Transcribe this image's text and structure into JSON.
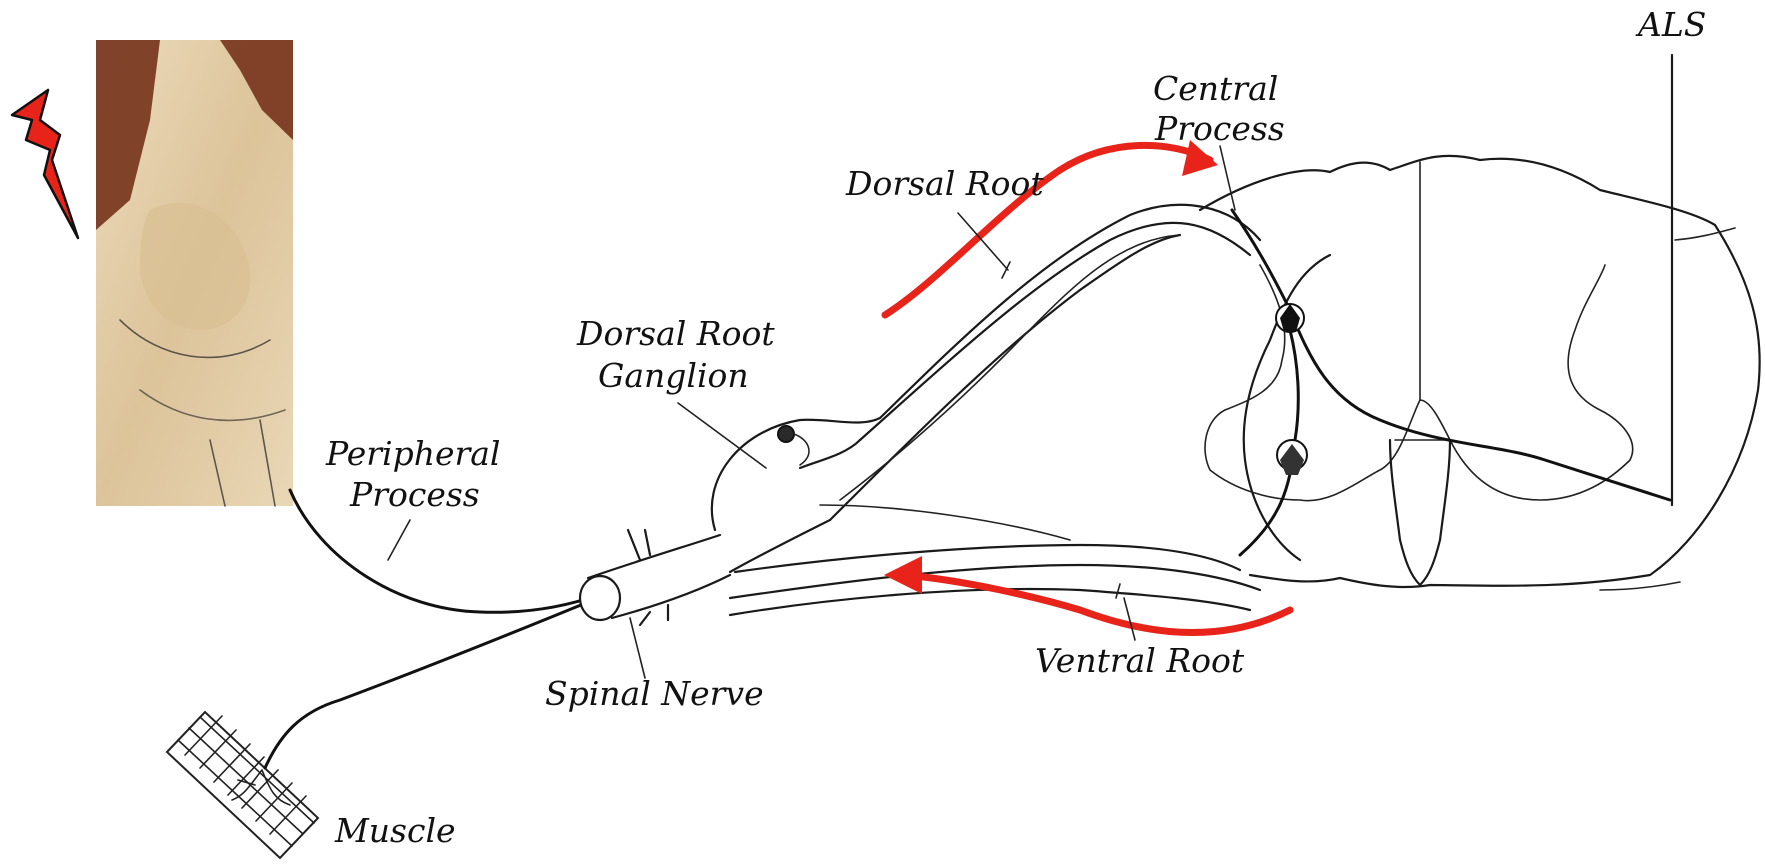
{
  "labels": {
    "als": "ALS",
    "central_process_1": "Central",
    "central_process_2": "Process",
    "dorsal_root": "Dorsal Root",
    "drg_1": "Dorsal Root",
    "drg_2": "Ganglion",
    "peripheral_1": "Peripheral",
    "peripheral_2": "Process",
    "spinal_nerve": "Spinal Nerve",
    "ventral_root": "Ventral Root",
    "muscle": "Muscle"
  },
  "colors": {
    "arrow": "#e8241a",
    "lightning": "#e8241a",
    "skin_dark": "#7a3a22",
    "skin_light": "#e4d2b0",
    "line": "#1a1a1a"
  },
  "icons": {
    "stimulus": "lightning-bolt-icon"
  }
}
